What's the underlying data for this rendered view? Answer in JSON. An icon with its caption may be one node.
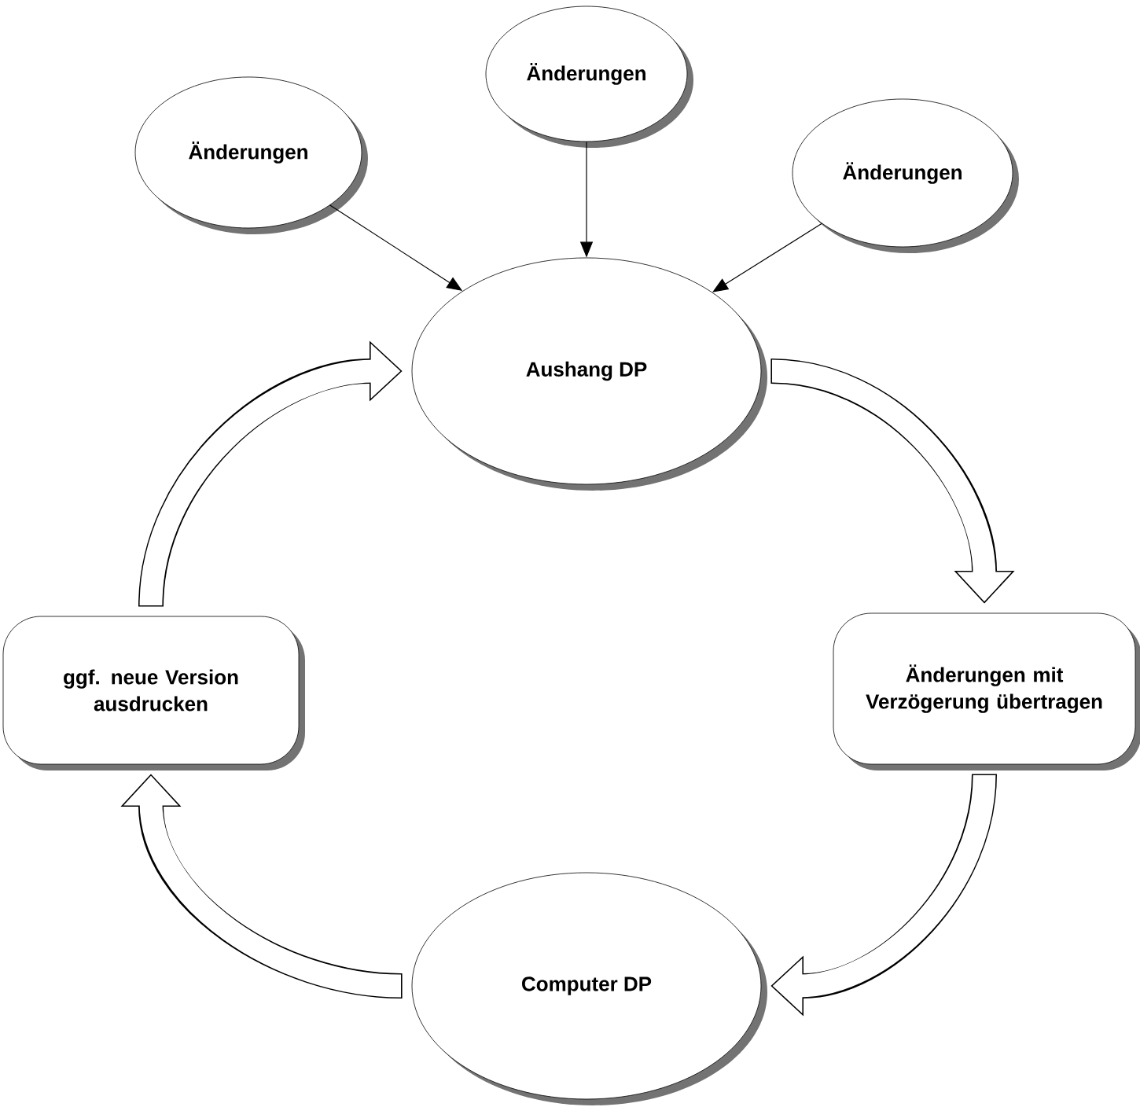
{
  "diagram": {
    "nodes": [
      {
        "text": [
          "Änderungen"
        ]
      },
      {
        "text": [
          "Änderungen"
        ]
      },
      {
        "text": [
          "Änderungen"
        ]
      },
      {
        "text": [
          "Aushang DP"
        ]
      },
      {
        "text": [
          "Änderungen mit Verzögerung übertragen"
        ]
      },
      {
        "text": [
          "Computer DP"
        ]
      },
      {
        "text": [
          "ggf. neue Version ausdrucken"
        ]
      }
    ],
    "edges": [
      {
        "from": 0,
        "to": 3,
        "arrow": "to",
        "color": "#000000"
      },
      {
        "from": 1,
        "to": 3,
        "arrow": "to",
        "color": "#000000"
      },
      {
        "from": 2,
        "to": 3,
        "arrow": "to",
        "color": "#000000"
      },
      {
        "from": 3,
        "to": 4,
        "arrow": "to"
      },
      {
        "from": 4,
        "to": 5,
        "arrow": "to"
      },
      {
        "from": 5,
        "to": 6,
        "arrow": "to"
      },
      {
        "from": 6,
        "to": 3,
        "arrow": "to"
      }
    ]
  }
}
